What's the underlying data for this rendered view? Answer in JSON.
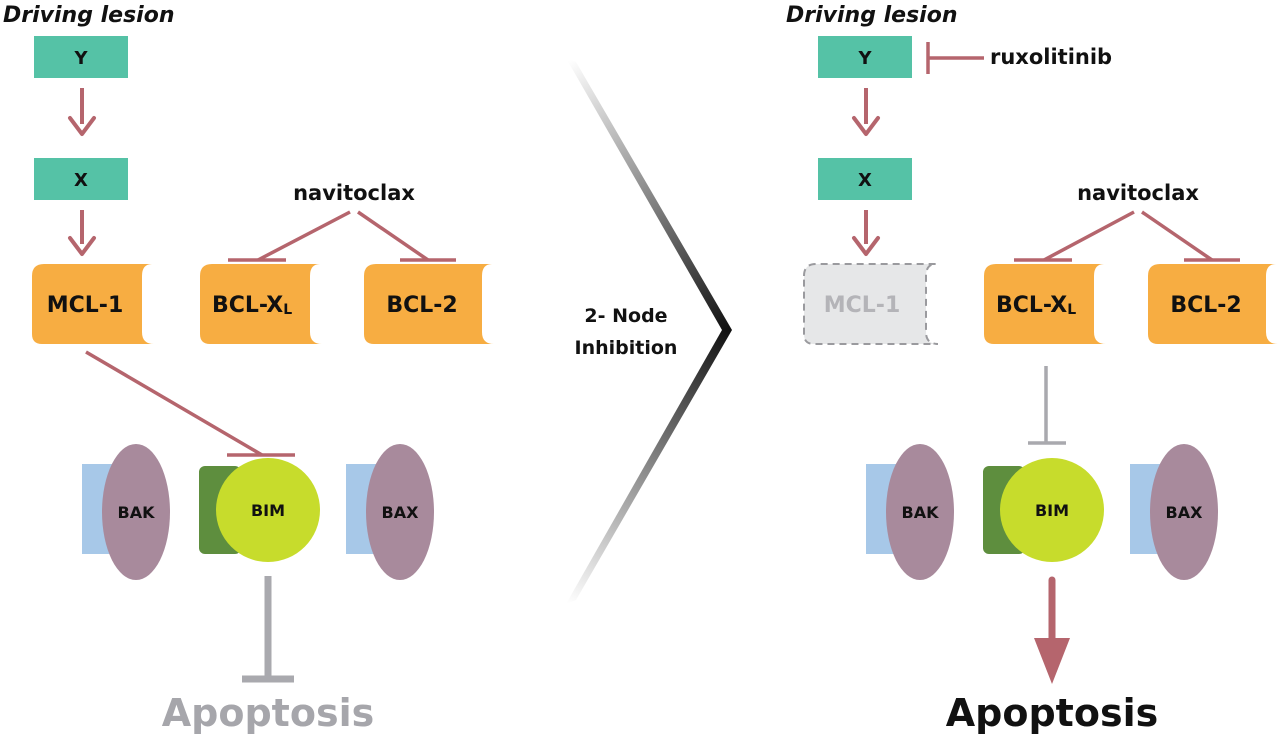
{
  "left": {
    "driving_label": "Driving lesion",
    "node_y": "Y",
    "node_x": "X",
    "mcl1": "MCL-1",
    "bclxl_main": "BCL-X",
    "bclxl_sub": "L",
    "bcl2": "BCL-2",
    "drug": "navitoclax",
    "bak": "BAK",
    "bim": "BIM",
    "bax": "BAX",
    "outcome": "Apoptosis"
  },
  "middle": {
    "line1": "2- Node",
    "line2": "Inhibition"
  },
  "right": {
    "driving_label": "Driving lesion",
    "node_y": "Y",
    "node_x": "X",
    "drug_y": "ruxolitinib",
    "mcl1": "MCL-1",
    "bclxl_main": "BCL-X",
    "bclxl_sub": "L",
    "bcl2": "BCL-2",
    "drug": "navitoclax",
    "bak": "BAK",
    "bim": "BIM",
    "bax": "BAX",
    "outcome": "Apoptosis"
  },
  "colors": {
    "teal": "#55C2A6",
    "orange": "#F7AD42",
    "arrow": "#B5656D",
    "gray_inhibit": "#A9A9AE",
    "inactive_fill": "#E6E7E8",
    "bak_bax": "#A88A9C",
    "light_blue": "#A7C8E8",
    "bim": "#C7DC2C",
    "dark_green": "#5E8E3E",
    "outcome_inactive": "#A6A6AB"
  }
}
